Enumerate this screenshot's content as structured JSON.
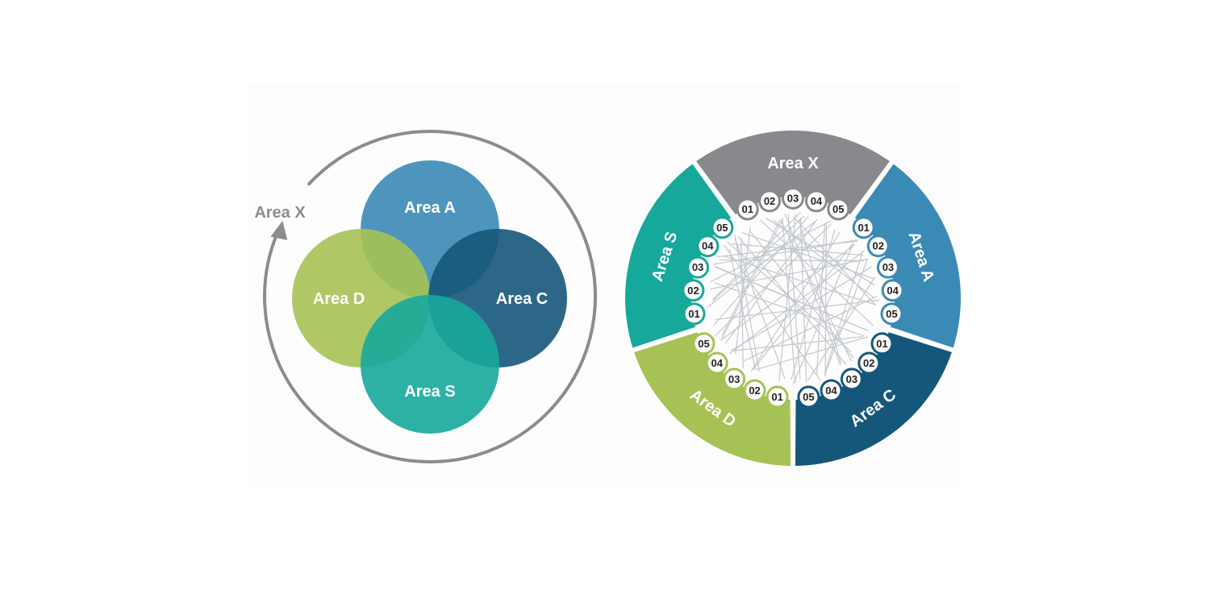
{
  "venn": {
    "outer_label": "Area X",
    "circles": [
      {
        "id": "a",
        "label": "Area A",
        "color": "#3a8ab5"
      },
      {
        "id": "d",
        "label": "Area D",
        "color": "#a6c254"
      },
      {
        "id": "c",
        "label": "Area C",
        "color": "#15577a"
      },
      {
        "id": "s",
        "label": "Area S",
        "color": "#16a89b"
      }
    ],
    "ring_color": "#8a8c8e"
  },
  "wheel": {
    "segments": [
      {
        "label": "Area X",
        "color": "#87898c",
        "items": [
          "01",
          "02",
          "03",
          "04",
          "05"
        ]
      },
      {
        "label": "Area A",
        "color": "#3a8ab5",
        "items": [
          "01",
          "02",
          "03",
          "04",
          "05"
        ]
      },
      {
        "label": "Area C",
        "color": "#15577a",
        "items": [
          "01",
          "02",
          "03",
          "04",
          "05"
        ]
      },
      {
        "label": "Area D",
        "color": "#a6c254",
        "items": [
          "01",
          "02",
          "03",
          "04",
          "05"
        ]
      },
      {
        "label": "Area S",
        "color": "#16a89b",
        "items": [
          "01",
          "02",
          "03",
          "04",
          "05"
        ]
      }
    ],
    "web_color": "#c3c7cc"
  }
}
